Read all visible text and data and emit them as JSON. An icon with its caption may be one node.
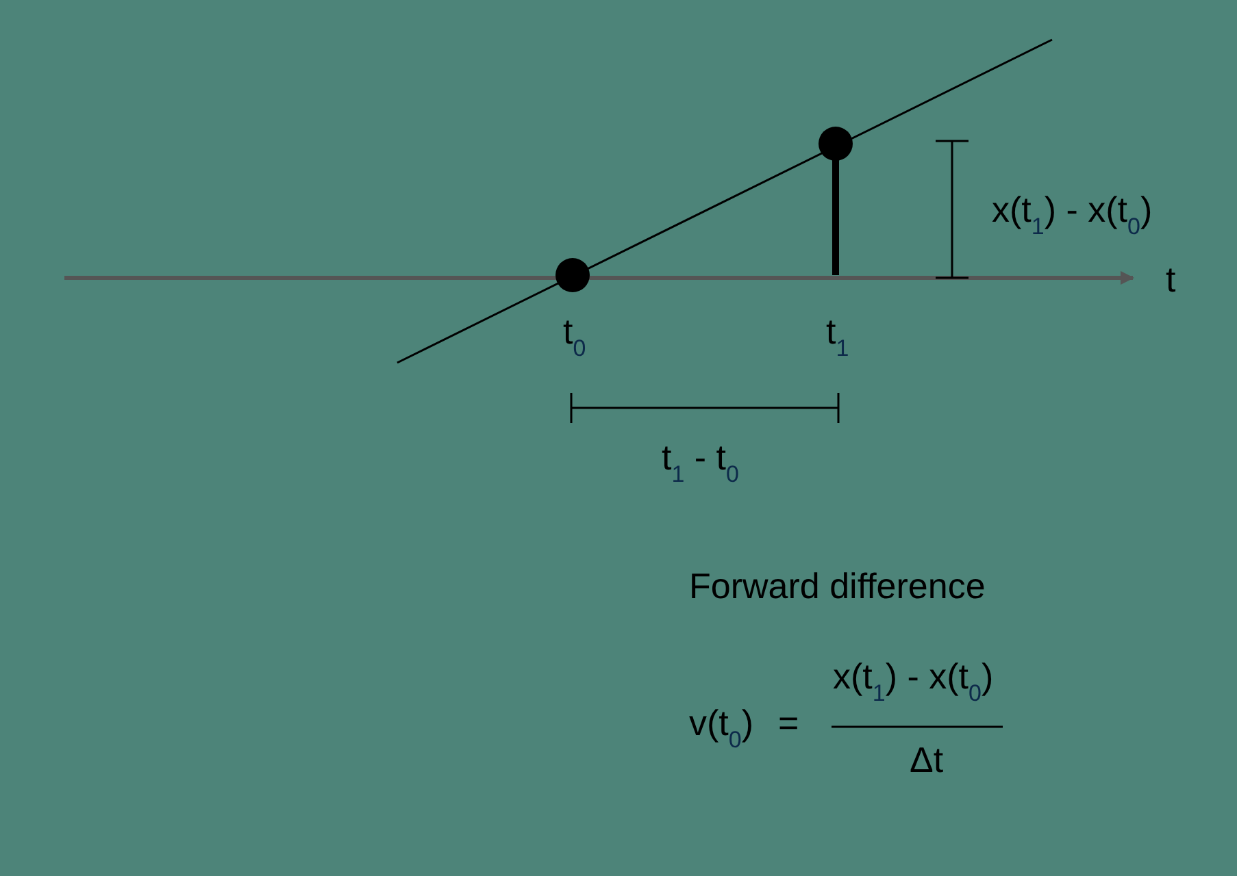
{
  "diagram": {
    "labels": [
      "x(t$_{1}$) - x(t$_{0}$)",
      "t",
      "t$_{0}$",
      "t$_{1}$",
      "t$_{1}$ - t$_{0}$",
      "Forward difference",
      "v(t$_{0}$)",
      "=",
      "x(t$_{1}$) - x(t$_{0}$)",
      "Δt"
    ]
  }
}
